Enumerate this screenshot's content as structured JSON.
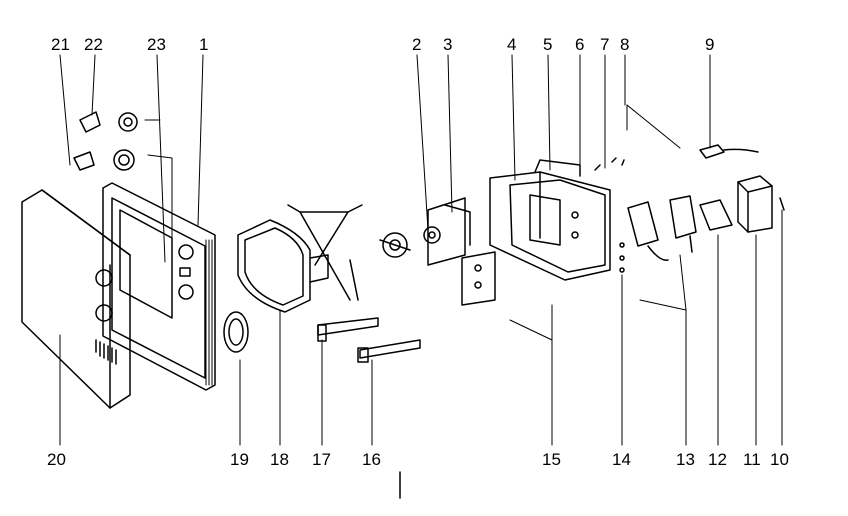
{
  "diagram": {
    "labels": [
      "21",
      "22",
      "23",
      "1",
      "2",
      "3",
      "4",
      "5",
      "6",
      "7",
      "8",
      "9",
      "20",
      "19",
      "18",
      "17",
      "16",
      "15",
      "14",
      "13",
      "12",
      "11",
      "10"
    ]
  }
}
